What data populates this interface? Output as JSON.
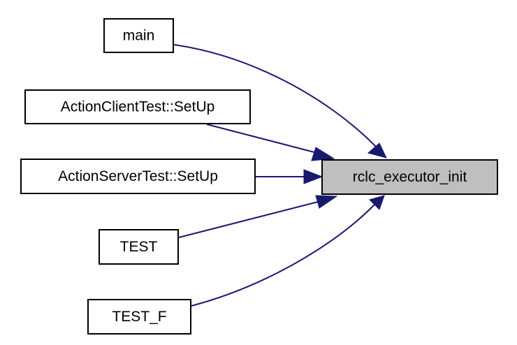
{
  "colors": {
    "edge": "#191970",
    "node_border": "#000000",
    "node_fill": "#ffffff",
    "target_fill": "#bfbfbf"
  },
  "graph": {
    "target": {
      "label": "rclc_executor_init"
    },
    "callers": [
      {
        "label": "main"
      },
      {
        "label": "ActionClientTest::SetUp"
      },
      {
        "label": "ActionServerTest::SetUp"
      },
      {
        "label": "TEST"
      },
      {
        "label": "TEST_F"
      }
    ]
  }
}
